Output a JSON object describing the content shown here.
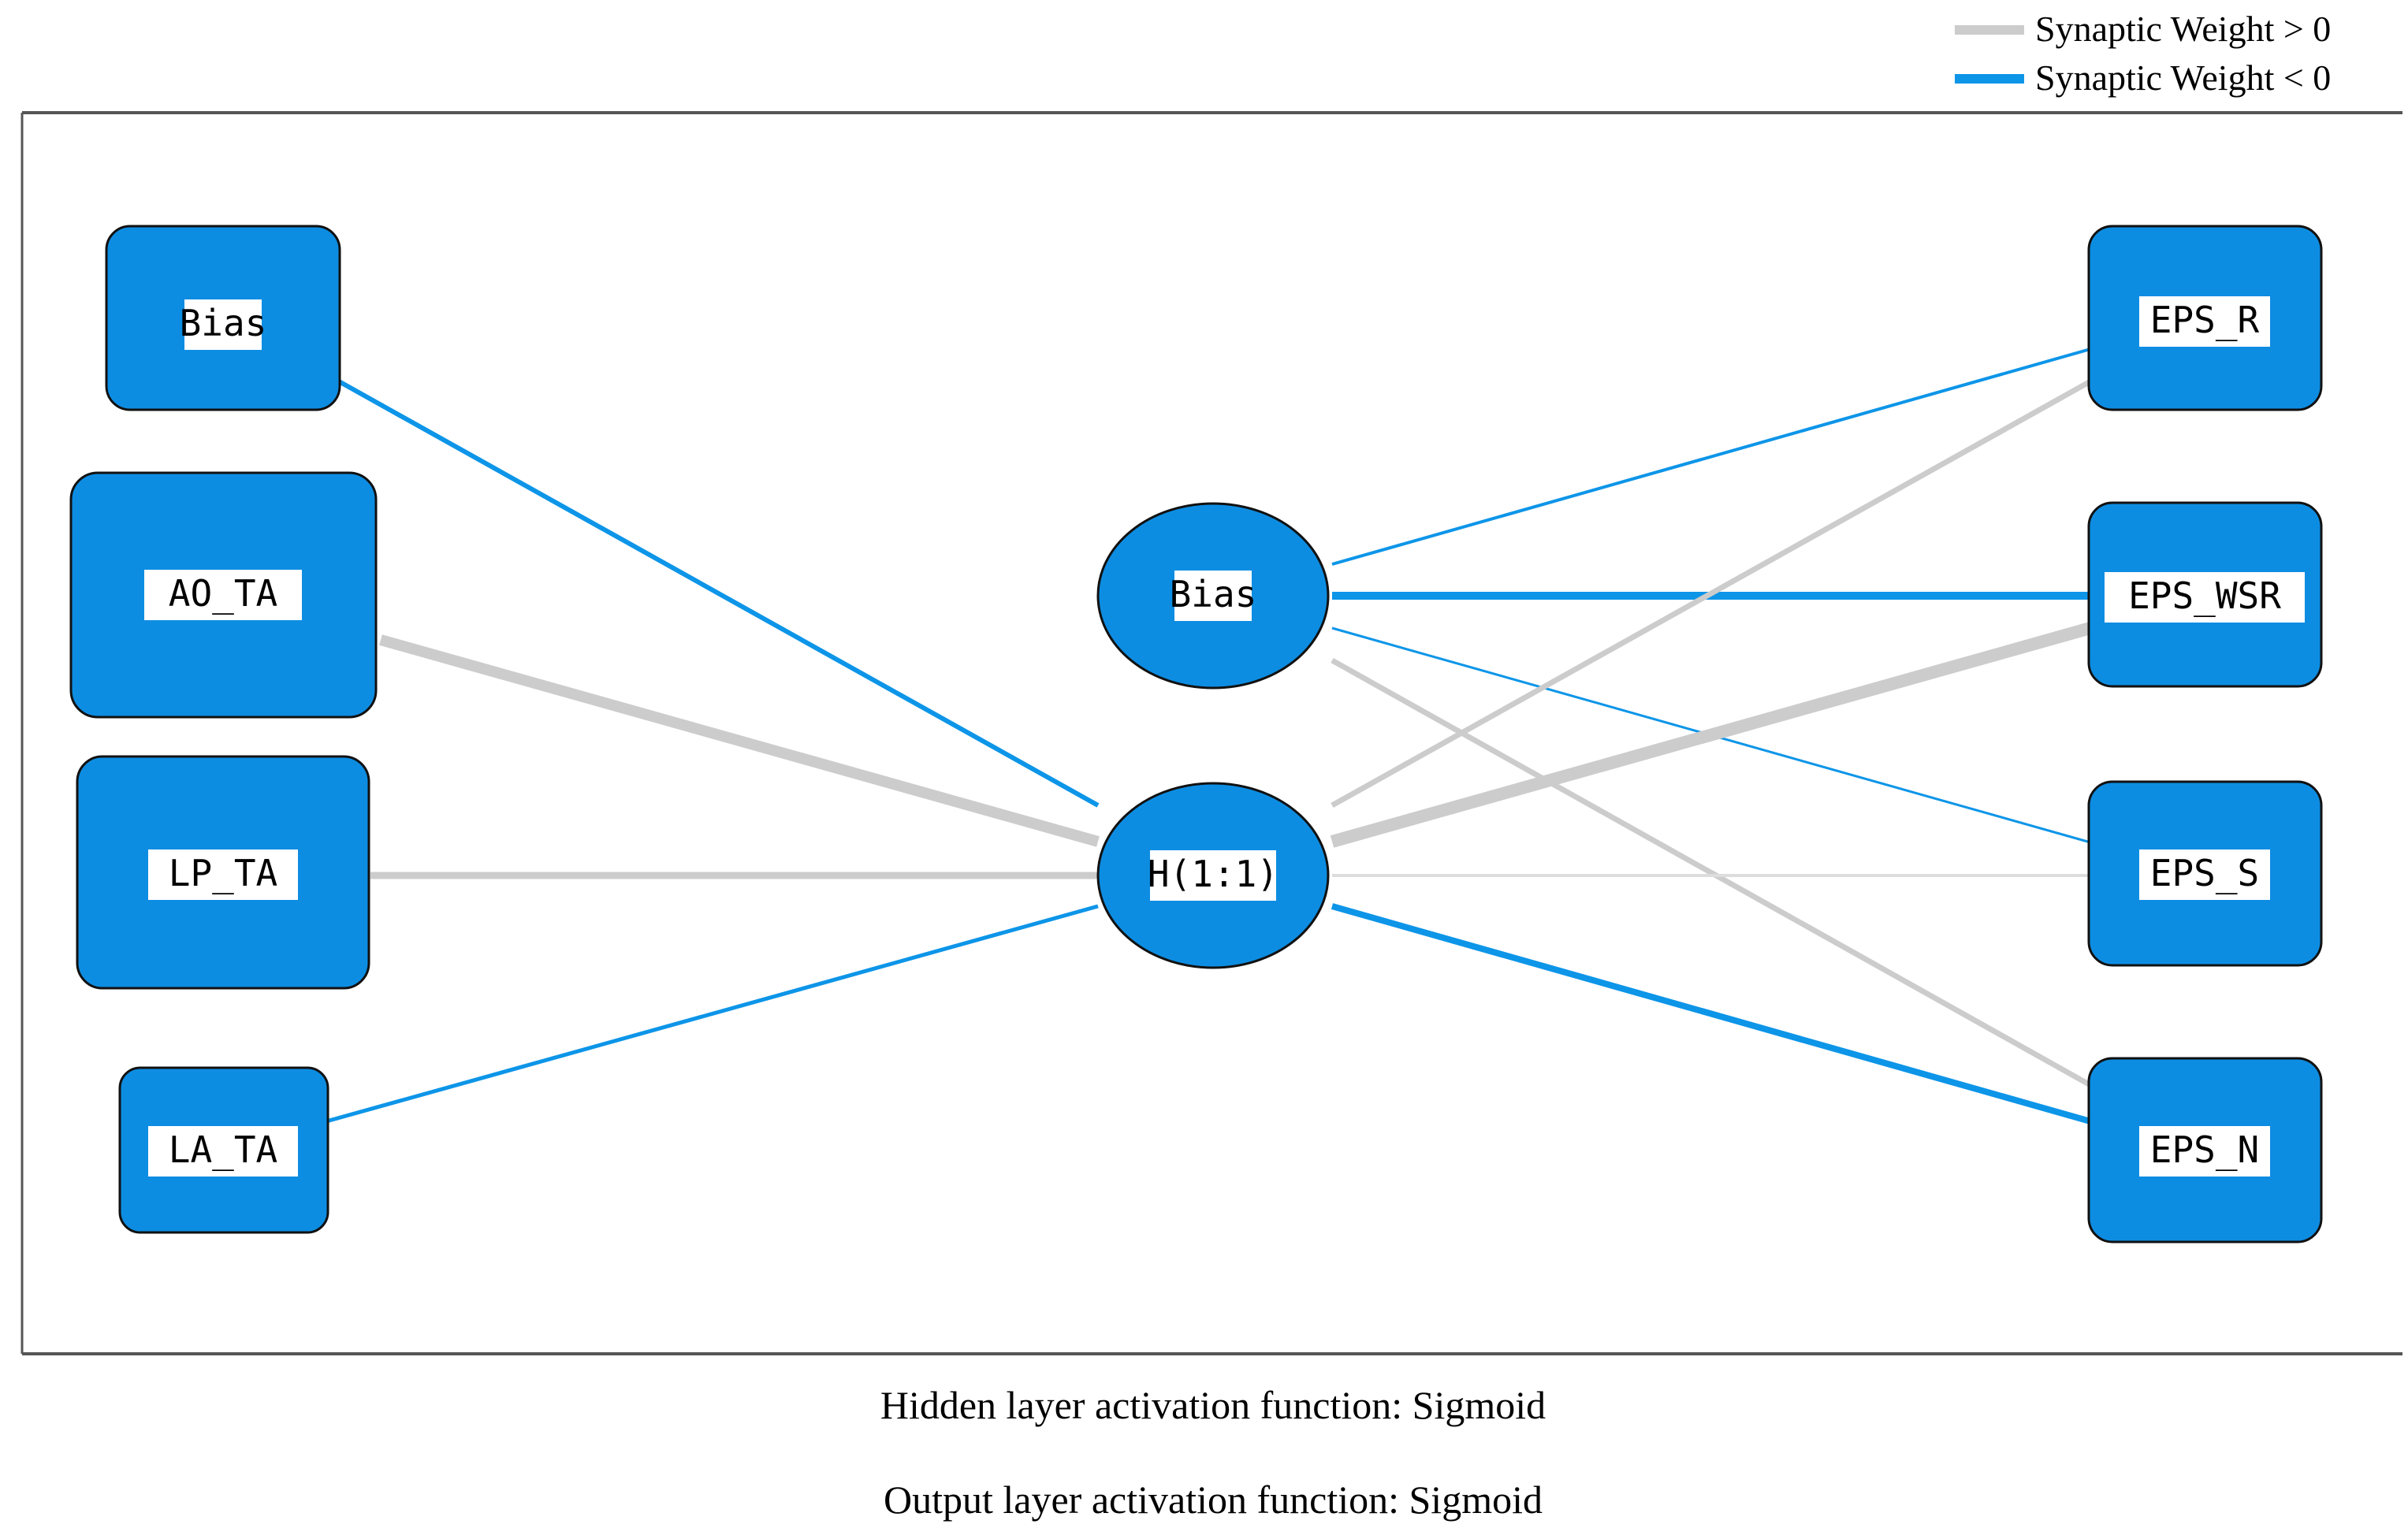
{
  "legend": {
    "positive": {
      "label": "Synaptic Weight > 0",
      "color": "#cccccc"
    },
    "negative": {
      "label": "Synaptic Weight < 0",
      "color": "#0d95e8"
    }
  },
  "colors": {
    "node_fill": "#0d8de2",
    "node_stroke": "#111111",
    "frame": "#555555"
  },
  "nodes": {
    "input": [
      {
        "id": "in-bias",
        "label": "Bias"
      },
      {
        "id": "in-ao",
        "label": "AO_TA"
      },
      {
        "id": "in-lp",
        "label": "LP_TA"
      },
      {
        "id": "in-la",
        "label": "LA_TA"
      }
    ],
    "hidden": [
      {
        "id": "hid-bias",
        "label": "Bias"
      },
      {
        "id": "hid-h11",
        "label": "H(1:1)"
      }
    ],
    "output": [
      {
        "id": "out-r",
        "label": "EPS_R"
      },
      {
        "id": "out-wsr",
        "label": "EPS_WSR"
      },
      {
        "id": "out-s",
        "label": "EPS_S"
      },
      {
        "id": "out-n",
        "label": "EPS_N"
      }
    ]
  },
  "connections": [
    {
      "from": "in-bias",
      "to": "hid-h11",
      "sign": "negative",
      "strength": "medium"
    },
    {
      "from": "in-ao",
      "to": "hid-h11",
      "sign": "positive",
      "strength": "strong"
    },
    {
      "from": "in-lp",
      "to": "hid-h11",
      "sign": "positive",
      "strength": "medium"
    },
    {
      "from": "in-la",
      "to": "hid-h11",
      "sign": "negative",
      "strength": "medium"
    },
    {
      "from": "hid-bias",
      "to": "out-r",
      "sign": "negative",
      "strength": "thin"
    },
    {
      "from": "hid-bias",
      "to": "out-wsr",
      "sign": "negative",
      "strength": "strong"
    },
    {
      "from": "hid-bias",
      "to": "out-s",
      "sign": "negative",
      "strength": "thin"
    },
    {
      "from": "hid-bias",
      "to": "out-n",
      "sign": "positive",
      "strength": "medium"
    },
    {
      "from": "hid-h11",
      "to": "out-r",
      "sign": "positive",
      "strength": "medium"
    },
    {
      "from": "hid-h11",
      "to": "out-wsr",
      "sign": "positive",
      "strength": "strongest"
    },
    {
      "from": "hid-h11",
      "to": "out-s",
      "sign": "positive",
      "strength": "thin"
    },
    {
      "from": "hid-h11",
      "to": "out-n",
      "sign": "negative",
      "strength": "strong"
    }
  ],
  "footer": {
    "hidden_activation": "Hidden layer activation function: Sigmoid",
    "output_activation": "Output layer activation function: Sigmoid"
  }
}
